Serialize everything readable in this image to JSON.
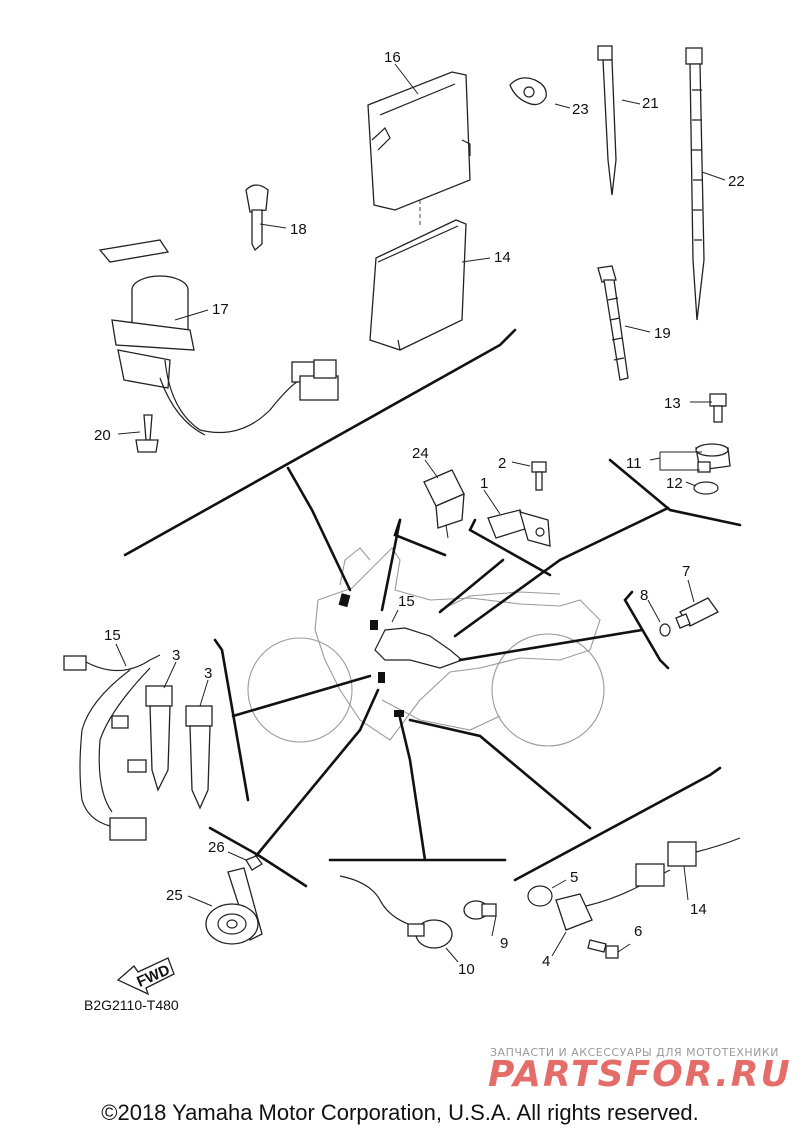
{
  "diagram": {
    "callouts": [
      {
        "id": "16",
        "text": "16"
      },
      {
        "id": "23",
        "text": "23"
      },
      {
        "id": "21",
        "text": "21"
      },
      {
        "id": "22",
        "text": "22"
      },
      {
        "id": "18",
        "text": "18"
      },
      {
        "id": "14a",
        "text": "14"
      },
      {
        "id": "17",
        "text": "17"
      },
      {
        "id": "19",
        "text": "19"
      },
      {
        "id": "13",
        "text": "13"
      },
      {
        "id": "20",
        "text": "20"
      },
      {
        "id": "24",
        "text": "24"
      },
      {
        "id": "2",
        "text": "2"
      },
      {
        "id": "1",
        "text": "1"
      },
      {
        "id": "11",
        "text": "11"
      },
      {
        "id": "12",
        "text": "12"
      },
      {
        "id": "15a",
        "text": "15"
      },
      {
        "id": "8",
        "text": "8"
      },
      {
        "id": "7",
        "text": "7"
      },
      {
        "id": "15b",
        "text": "15"
      },
      {
        "id": "3a",
        "text": "3"
      },
      {
        "id": "3b",
        "text": "3"
      },
      {
        "id": "26",
        "text": "26"
      },
      {
        "id": "25",
        "text": "25"
      },
      {
        "id": "5",
        "text": "5"
      },
      {
        "id": "14b",
        "text": "14"
      },
      {
        "id": "9",
        "text": "9"
      },
      {
        "id": "6",
        "text": "6"
      },
      {
        "id": "4",
        "text": "4"
      },
      {
        "id": "10",
        "text": "10"
      }
    ],
    "direction_label": "FWD",
    "diagram_code": "B2G2110-T480"
  },
  "watermark": {
    "tagline": "ЗАПЧАСТИ И АКСЕССУАРЫ ДЛЯ МОТОТЕХНИКИ",
    "logo_part1": "PARTS",
    "logo_part2": "FOR",
    "logo_part3": ".RU",
    "logo_color": "#e0544f"
  },
  "footer": {
    "copyright": "©2018 Yamaha Motor Corporation, U.S.A. All rights reserved."
  }
}
